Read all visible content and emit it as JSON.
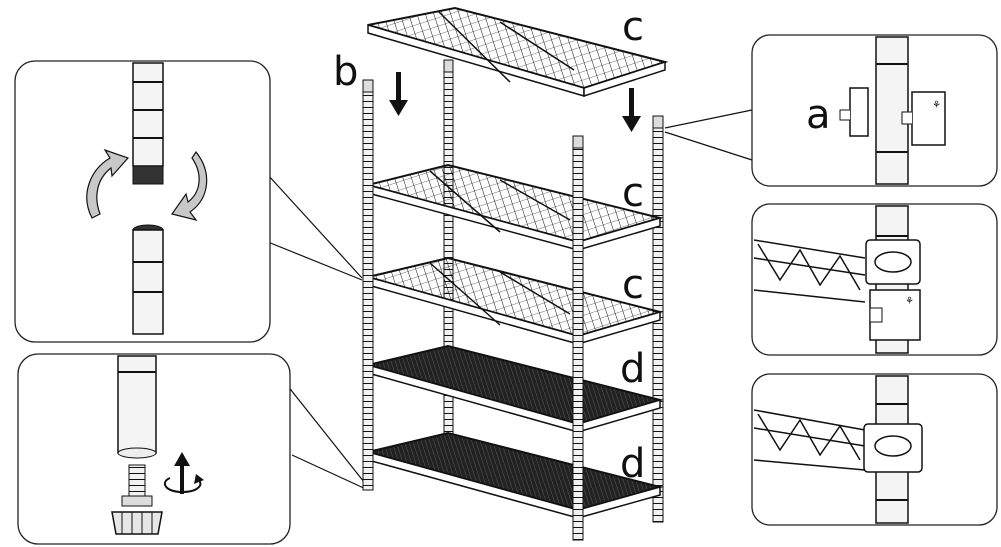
{
  "labels": {
    "b": "b",
    "c_top": "c",
    "c_mid1": "c",
    "c_mid2": "c",
    "d_upper": "d",
    "d_lower": "d",
    "a": "a"
  },
  "colors": {
    "line": "#111111",
    "panel_border": "#222222",
    "pole_fill": "#f2f2f2",
    "shelf_fill": "#ffffff",
    "arrow_fill": "#c8c8c8"
  }
}
